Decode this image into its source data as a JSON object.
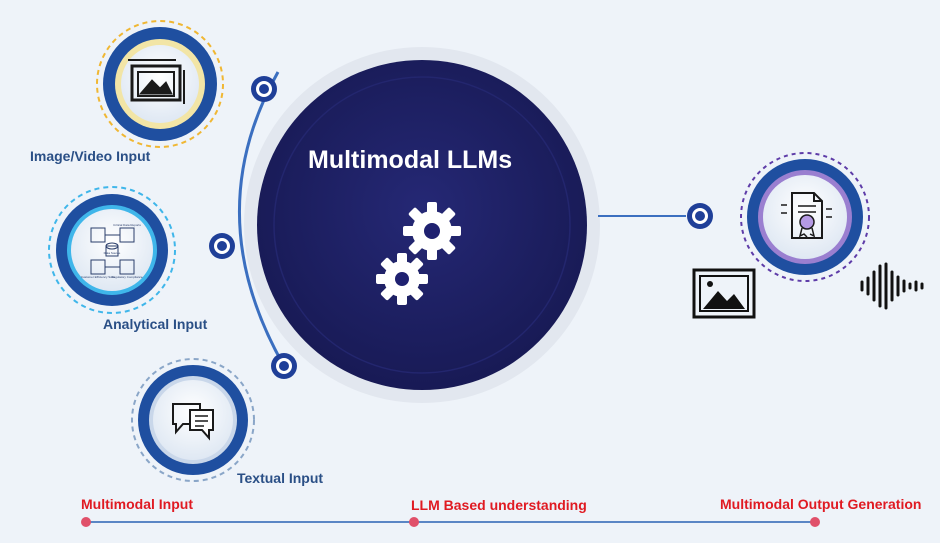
{
  "title": "Multimodal LLMs",
  "inputs": [
    {
      "label": "Image/Video Input",
      "icon": "image-frame-icon"
    },
    {
      "label": "Analytical Input",
      "icon": "analytics-dashboard-icon"
    },
    {
      "label": "Textual Input",
      "icon": "chat-bubbles-icon"
    }
  ],
  "analytics_icon_text": [
    "Data Source",
    "Critical Data Reports",
    "Customer Efficiency Suite",
    "Regulatory Compliance"
  ],
  "outputs": [
    {
      "icon": "certificate-document-icon"
    },
    {
      "icon": "image-icon"
    },
    {
      "icon": "audio-waveform-icon"
    }
  ],
  "timeline": [
    {
      "label": "Multimodal Input"
    },
    {
      "label": "LLM Based understanding"
    },
    {
      "label": "Multimodal Output Generation"
    }
  ],
  "colors": {
    "background": "#eef3f9",
    "center_circle": "#1e1f66",
    "input_ring": "#1f4fa0",
    "output_ring": "#5e3ca8",
    "timeline_dot": "#e0506a",
    "stage_label": "#e01a22"
  }
}
